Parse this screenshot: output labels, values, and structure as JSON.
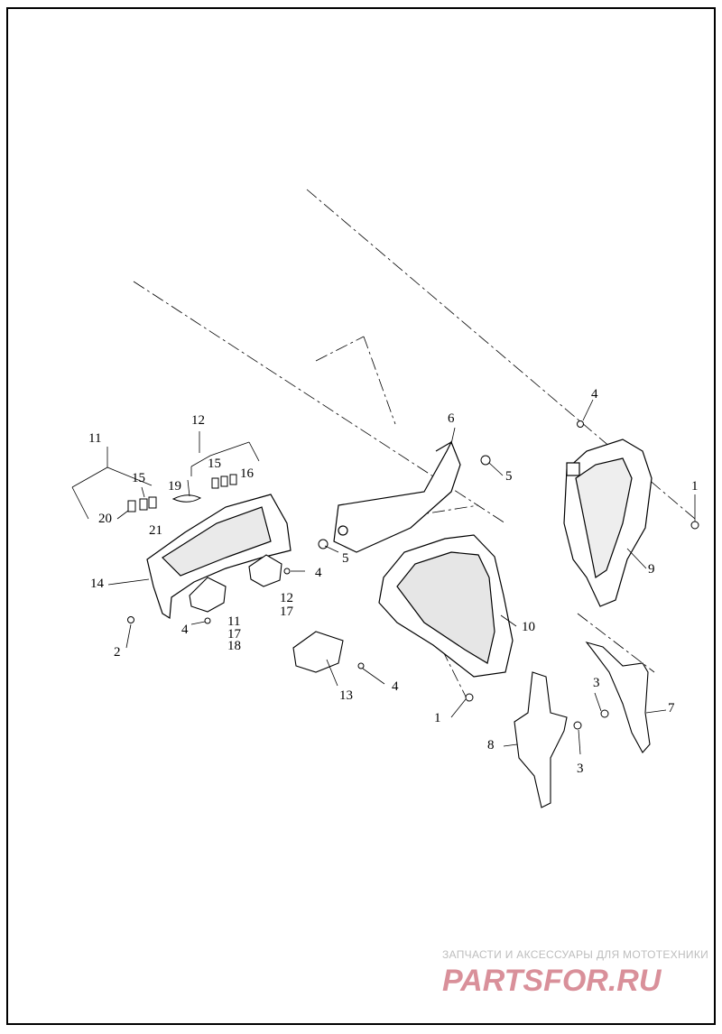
{
  "callouts": {
    "c1a": "1",
    "c1b": "1",
    "c2": "2",
    "c3a": "3",
    "c3b": "3",
    "c4a": "4",
    "c4b": "4",
    "c4c": "4",
    "c4d": "4",
    "c5a": "5",
    "c5b": "5",
    "c6": "6",
    "c7": "7",
    "c8": "8",
    "c9": "9",
    "c10": "10",
    "c11a": "11",
    "c11b": "11",
    "c12a": "12",
    "c12b": "12",
    "c13": "13",
    "c14": "14",
    "c15a": "15",
    "c15b": "15",
    "c16": "16",
    "c17a": "17",
    "c17b": "17",
    "c18": "18",
    "c19": "19",
    "c20": "20",
    "c21": "21"
  },
  "watermark": {
    "tagline": "ЗАПЧАСТИ И АКСЕССУАРЫ ДЛЯ МОТОТЕХНИКИ",
    "logo_text": "PARTSFOR.RU",
    "color": "#d9909a"
  }
}
